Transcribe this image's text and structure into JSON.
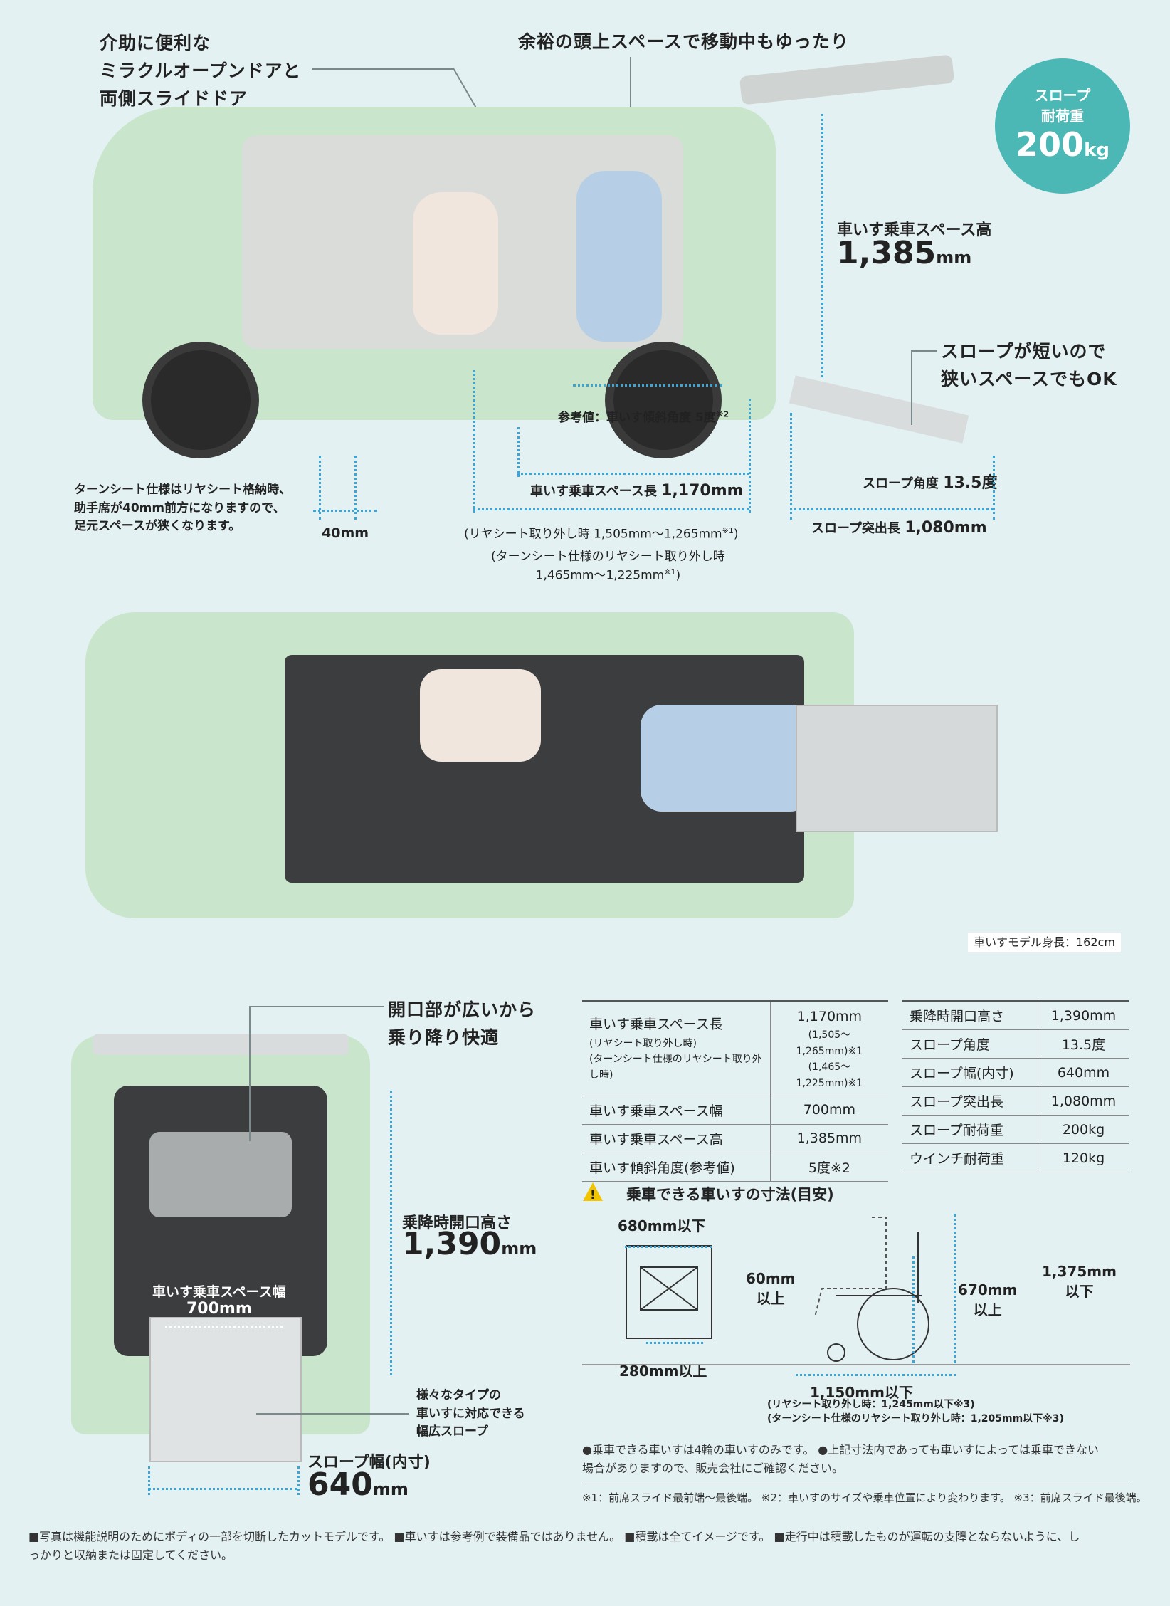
{
  "side_view": {
    "callout_doors_1": "介助に便利な",
    "callout_doors_2": "ミラクルオープンドアと",
    "callout_doors_3": "両側スライドドア",
    "callout_headroom": "余裕の頭上スペースで移動中もゆったり",
    "badge_line1": "スロープ",
    "badge_line2": "耐荷重",
    "badge_value": "200",
    "badge_unit": "kg",
    "height_label": "車いす乗車スペース高",
    "height_value": "1,385",
    "height_unit": "mm",
    "ramp_short_1": "スロープが短いので",
    "ramp_short_2": "狭いスペースでもOK",
    "tilt_label": "参考値：車いす傾斜角度 5度",
    "tilt_note": "※2",
    "ramp_angle_label": "スロープ角度",
    "ramp_angle_value": "13.5度",
    "length_label": "車いす乗車スペース長",
    "length_value": "1,170mm",
    "ramp_length_label": "スロープ突出長",
    "ramp_length_value": "1,080mm",
    "turn_seat_note_1": "ターンシート仕様はリヤシート格納時、",
    "turn_seat_note_2": "助手席が40mm前方になりますので、",
    "turn_seat_note_3": "足元スペースが狭くなります。",
    "forty_mm": "40mm",
    "rear_removed": "(リヤシート取り外し時 1,505mm〜1,265mm",
    "rear_removed_note": "※1",
    "rear_removed_close": ")",
    "turn_removed_1": "(ターンシート仕様のリヤシート取り外し時",
    "turn_removed_2": "1,465mm〜1,225mm",
    "turn_removed_note": "※1",
    "turn_removed_close": ")"
  },
  "top_view": {
    "model_height": "車いすモデル身長：162cm"
  },
  "rear_view": {
    "callout_wide_1": "開口部が広いから",
    "callout_wide_2": "乗り降り快適",
    "opening_label": "乗降時開口高さ",
    "opening_value": "1,390",
    "opening_unit": "mm",
    "width_label": "車いす乗車スペース幅",
    "width_value": "700mm",
    "ramp_desc_1": "様々なタイプの",
    "ramp_desc_2": "車いすに対応できる",
    "ramp_desc_3": "幅広スロープ",
    "ramp_width_label": "スロープ幅(内寸)",
    "ramp_width_value": "640",
    "ramp_width_unit": "mm"
  },
  "spec_left": [
    {
      "label": "車いす乗車スペース長",
      "sub1": "(リヤシート取り外し時)",
      "sub2": "(ターンシート仕様のリヤシート取り外し時)",
      "value": "1,170mm",
      "vsub1": "(1,505〜1,265mm)※1",
      "vsub2": "(1,465〜1,225mm)※1"
    },
    {
      "label": "車いす乗車スペース幅",
      "value": "700mm"
    },
    {
      "label": "車いす乗車スペース高",
      "value": "1,385mm"
    },
    {
      "label": "車いす傾斜角度(参考値)",
      "value": "5度※2"
    }
  ],
  "spec_right": [
    {
      "label": "乗降時開口高さ",
      "value": "1,390mm"
    },
    {
      "label": "スロープ角度",
      "value": "13.5度"
    },
    {
      "label": "スロープ幅(内寸)",
      "value": "640mm"
    },
    {
      "label": "スロープ突出長",
      "value": "1,080mm"
    },
    {
      "label": "スロープ耐荷重",
      "value": "200kg"
    },
    {
      "label": "ウインチ耐荷重",
      "value": "120kg"
    }
  ],
  "wheelchair": {
    "title": "乗車できる車いすの寸法(目安)",
    "width_max": "680mm以下",
    "base_min": "280mm以上",
    "seat_h_1": "60mm",
    "seat_h_2": "以上",
    "mid_h_1": "670mm",
    "mid_h_2": "以上",
    "total_h_1": "1,375mm",
    "total_h_2": "以下",
    "length_max": "1,150mm以下",
    "length_note_1": "(リヤシート取り外し時：1,245mm以下※3)",
    "length_note_2": "(ターンシート仕様のリヤシート取り外し時：1,205mm以下※3)"
  },
  "notes": {
    "line1": "●乗車できる車いすは4輪の車いすのみです。 ●上記寸法内であっても車いすによっては乗車できない",
    "line2": "場合がありますので、販売会社にご確認ください。",
    "footnotes": "※1：前席スライド最前端〜最後端。 ※2：車いすのサイズや乗車位置により変わります。 ※3：前席スライド最後端。",
    "disclaimer_1": "■写真は機能説明のためにボディの一部を切断したカットモデルです。 ■車いすは参考例で装備品ではありません。 ■積載は全てイメージです。 ■走行中は積載したものが運転の支障とならないように、し",
    "disclaimer_2": "っかりと収納または固定してください。"
  },
  "colors": {
    "accent": "#4bb8b6",
    "dim_line": "#3aa6d8",
    "body": "#c9e6cc",
    "bg": "#e4f1f2"
  }
}
